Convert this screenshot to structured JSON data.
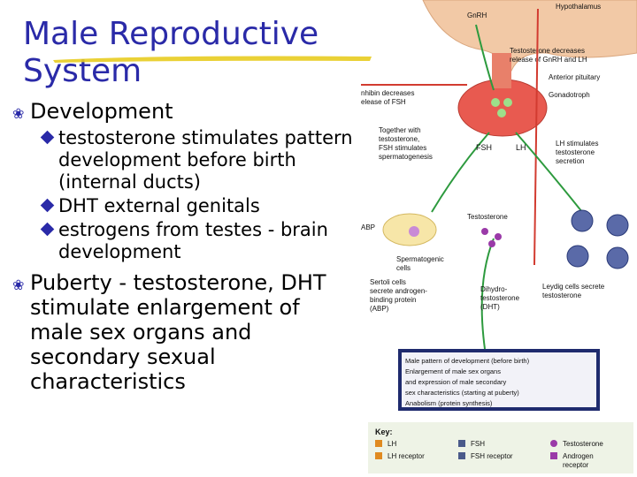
{
  "slide": {
    "title_line1": "Male Reproductive",
    "title_line2": "System",
    "bullets": [
      {
        "text": "Development",
        "subs": [
          "testosterone stimulates pattern development before birth (internal ducts)",
          "DHT external genitals",
          "estrogens from testes - brain development"
        ]
      },
      {
        "text": "Puberty - testosterone, DHT stimulate enlargement of male sex organs and secondary sexual characteristics",
        "subs": []
      }
    ]
  },
  "diagram": {
    "labels": {
      "hypothalamus": "Hypothalamus",
      "gnrh": "GnRH",
      "testo_decreases_1": "Testosterone decreases",
      "testo_decreases_2": "release of GnRH and LH",
      "anterior_pituitary": "Anterior pituitary",
      "gonadotroph": "Gonadotroph",
      "inhibin_1": "nhibin decreases",
      "inhibin_2": "elease of FSH",
      "together_1": "Together with",
      "together_2": "testosterone,",
      "together_3": "FSH stimulates",
      "together_4": "spermatogenesis",
      "fsh": "FSH",
      "lh": "LH",
      "lh_stim_1": "LH stimulates",
      "lh_stim_2": "testosterone",
      "lh_stim_3": "secretion",
      "abp": "ABP",
      "testosterone": "Testosterone",
      "sperm_1": "Spermatogenic",
      "sperm_2": "cells",
      "sertoli_1": "Sertoli cells",
      "sertoli_2": "secrete androgen-",
      "sertoli_3": "binding protein",
      "sertoli_4": "(ABP)",
      "dht_1": "Dihydro-",
      "dht_2": "testosterone",
      "dht_3": "(DHT)",
      "leydig_1": "Leydig cells secrete",
      "leydig_2": "testosterone"
    },
    "effects": [
      "Male pattern of development (before birth)",
      "Enlargement of male sex organs",
      "and expression of male secondary",
      "sex characteristics (starting at puberty)",
      "Anabolism (protein synthesis)"
    ],
    "key": {
      "title": "Key:",
      "lh": "LH",
      "lh_receptor": "LH receptor",
      "fsh": "FSH",
      "fsh_receptor": "FSH receptor",
      "testosterone": "Testosterone",
      "androgen_receptor_1": "Androgen",
      "androgen_receptor_2": "receptor"
    },
    "colors": {
      "hormone_pathway": "#2d9a3e",
      "negative_feedback": "#d23b30",
      "pituitary": "#e85a50",
      "brain": "#f2c9a6",
      "fsh_marker": "#4a5a8a",
      "lh_marker": "#e08a20",
      "testosterone_marker": "#9a3aa8",
      "effects_box": "#1f2b6e"
    }
  }
}
